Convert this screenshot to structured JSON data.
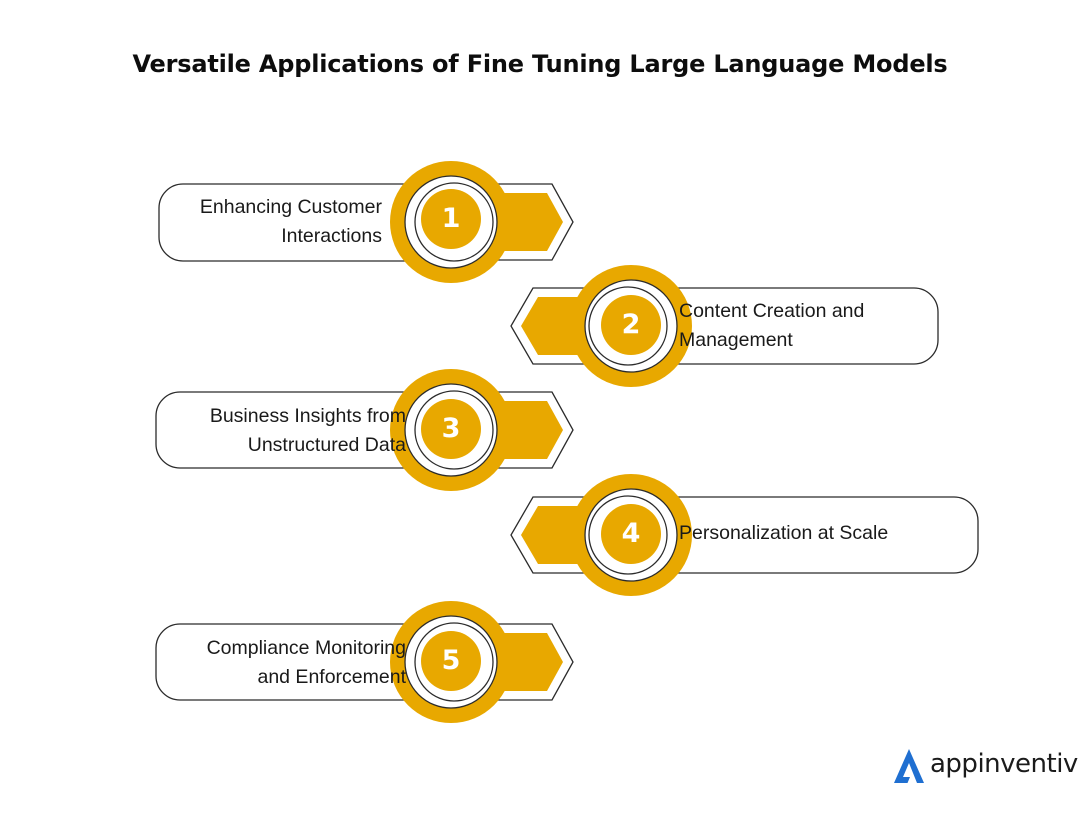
{
  "title": "Versatile Applications of Fine Tuning Large Language Models",
  "colors": {
    "accent": "#E8A800",
    "outline": "#2b2b2b",
    "logo_blue": "#1f6fd1"
  },
  "items": [
    {
      "number": "1",
      "line1": "Enhancing Customer",
      "line2": "Interactions"
    },
    {
      "number": "2",
      "line1": "Content Creation and",
      "line2": "Management"
    },
    {
      "number": "3",
      "line1": "Business Insights from",
      "line2": "Unstructured Data"
    },
    {
      "number": "4",
      "line1": "Personalization at Scale",
      "line2": ""
    },
    {
      "number": "5",
      "line1": "Compliance Monitoring",
      "line2": "and Enforcement"
    }
  ],
  "brand": {
    "name": "appinventiv",
    "icon": "appinventiv-logo-icon"
  }
}
